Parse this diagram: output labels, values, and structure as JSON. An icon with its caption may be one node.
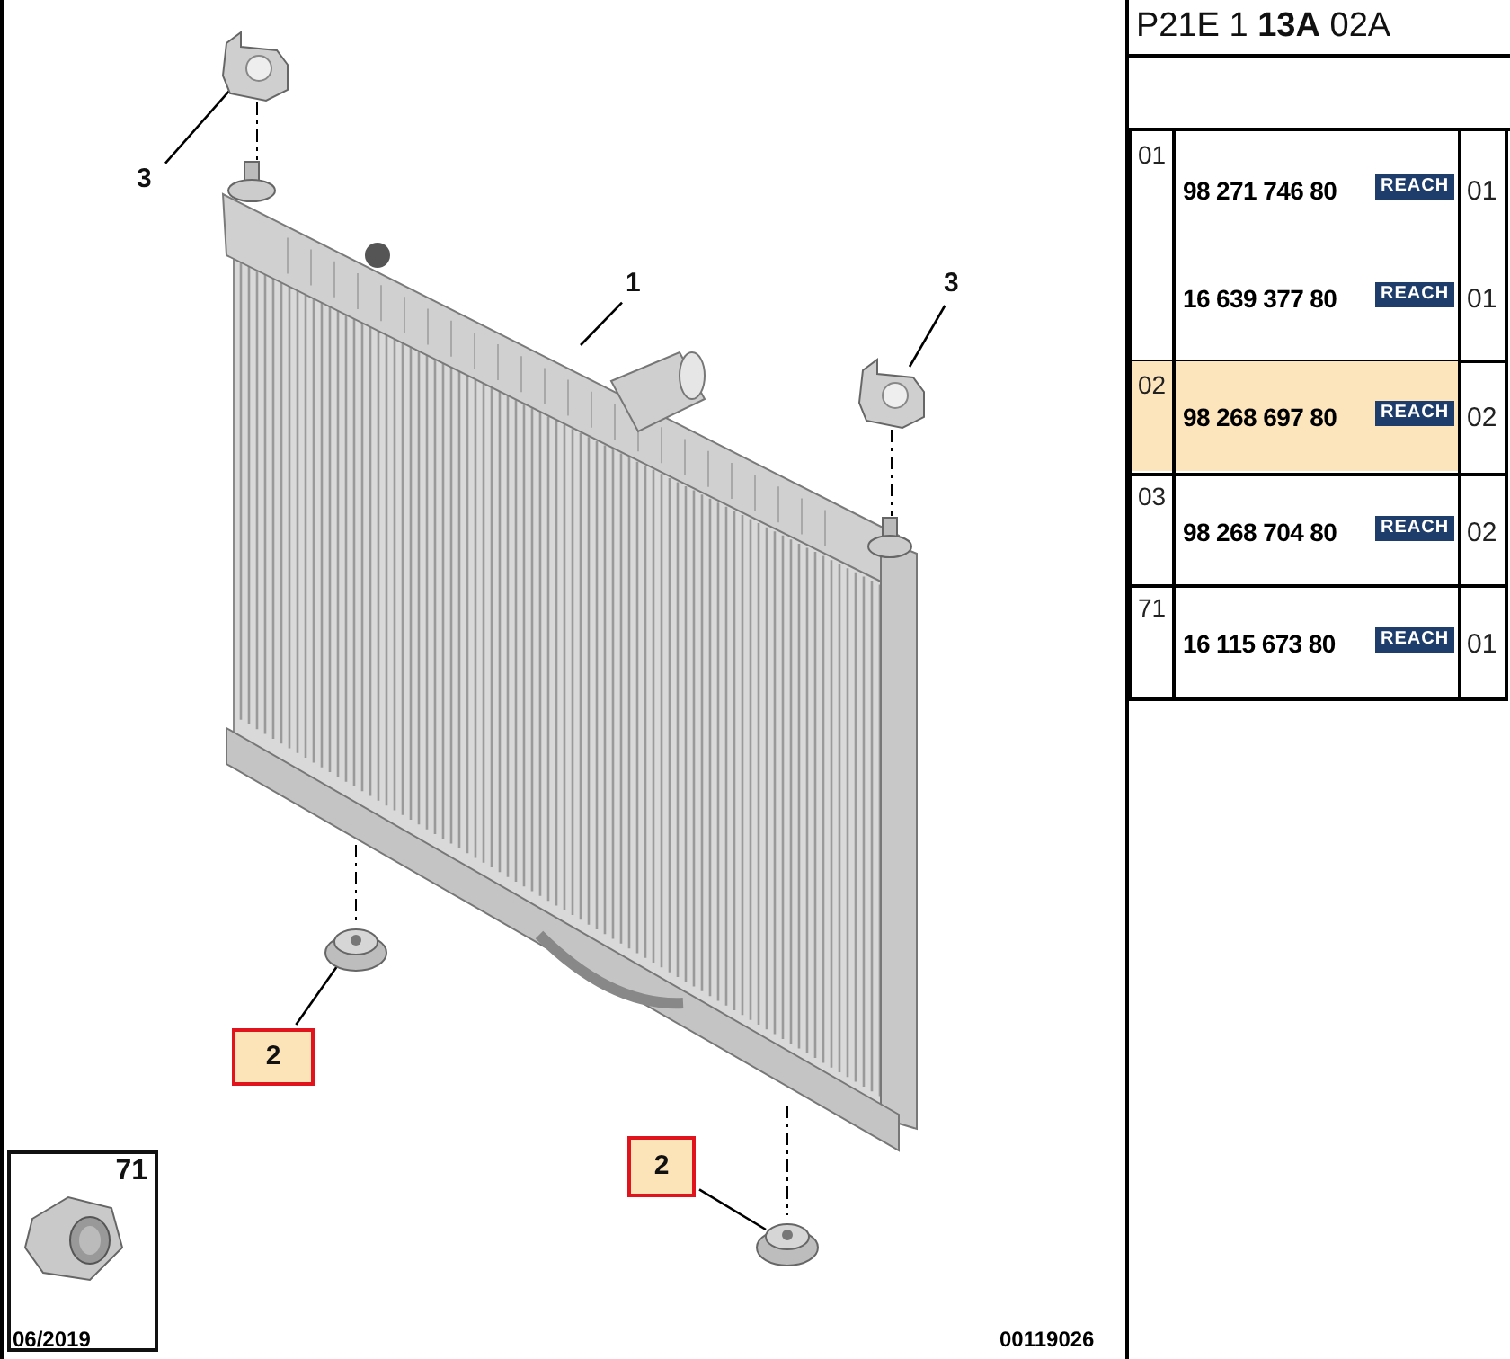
{
  "diagram": {
    "nodes": [
      {
        "text": [
          "1"
        ]
      },
      {
        "text": [],
        "shape": "picture"
      },
      {
        "text": [
          "3"
        ]
      },
      {
        "text": [],
        "shape": "picture"
      },
      {
        "text": [
          "3"
        ]
      },
      {
        "text": [],
        "shape": "picture"
      },
      {
        "text": [
          "2"
        ]
      },
      {
        "text": [],
        "shape": "picture"
      },
      {
        "text": [
          "2"
        ]
      },
      {
        "text": [],
        "shape": "picture"
      },
      {
        "text": [
          "71"
        ]
      },
      {
        "text": [],
        "shape": "picture",
        "in": 10
      }
    ],
    "edges": [
      {
        "from": 0,
        "to": 1,
        "arrow": "none"
      },
      {
        "from": 2,
        "to": 3,
        "arrow": "none"
      },
      {
        "from": 4,
        "to": 5,
        "arrow": "none"
      },
      {
        "from": 6,
        "to": 7,
        "arrow": "none"
      },
      {
        "from": 8,
        "to": 9,
        "arrow": "none"
      },
      {
        "from": 3,
        "to": 1,
        "arrow": "none",
        "style": "dashed"
      },
      {
        "from": 5,
        "to": 1,
        "arrow": "none",
        "style": "dashed"
      },
      {
        "from": 1,
        "to": 7,
        "arrow": "none",
        "style": "dashed"
      },
      {
        "from": 1,
        "to": 9,
        "arrow": "none",
        "style": "dashed"
      }
    ],
    "labels": [
      "P21E 1 **13A** 02A",
      "01",
      "98 271 746 80",
      "REACH",
      "01",
      "16 639 377 80",
      "REACH",
      "01",
      "02",
      "98 268 697 80",
      "REACH",
      "02",
      "03",
      "98 268 704 80",
      "REACH",
      "02",
      "71",
      "16 115 673 80",
      "REACH",
      "01",
      "06/2019",
      "00119026"
    ]
  }
}
